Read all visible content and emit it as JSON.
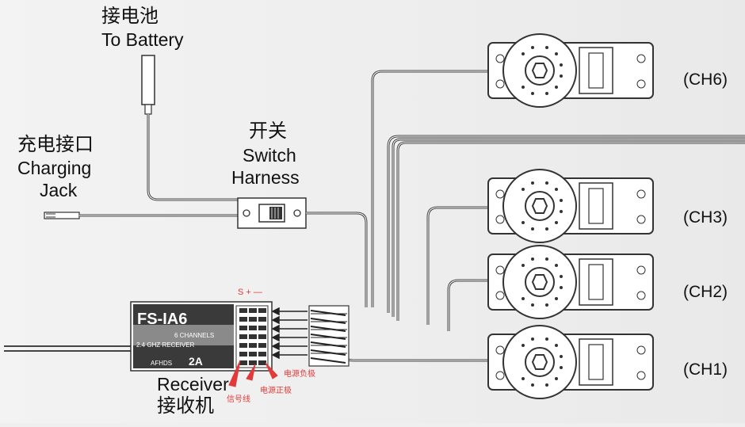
{
  "labels": {
    "battery_cn": "接电池",
    "battery_en": "To Battery",
    "charging_cn": "充电接口",
    "charging_en_1": "Charging",
    "charging_en_2": "Jack",
    "switch_cn": "开关",
    "switch_en_1": "Switch",
    "switch_en_2": "Harness",
    "receiver_en": "Receiver",
    "receiver_cn": "接收机",
    "pin_header": "S + —",
    "signal_cn": "信号线",
    "power_pos_cn": "电源正极",
    "power_neg_cn": "电源负极"
  },
  "channels": [
    {
      "id": "ch6",
      "label": "(CH6)"
    },
    {
      "id": "ch3",
      "label": "(CH3)"
    },
    {
      "id": "ch2",
      "label": "(CH2)"
    },
    {
      "id": "ch1",
      "label": "(CH1)"
    }
  ],
  "receiver": {
    "model": "FS-IA6",
    "line1": "6 CHANNELS",
    "line2": "2.4 GHZ RECEIVER",
    "badge": "2A",
    "mode": "AFHDS"
  },
  "colors": {
    "wire": "#555555",
    "arrow": "#222222",
    "accent_red": "#e23a3a",
    "receiver_body": "#3a3a3a"
  }
}
